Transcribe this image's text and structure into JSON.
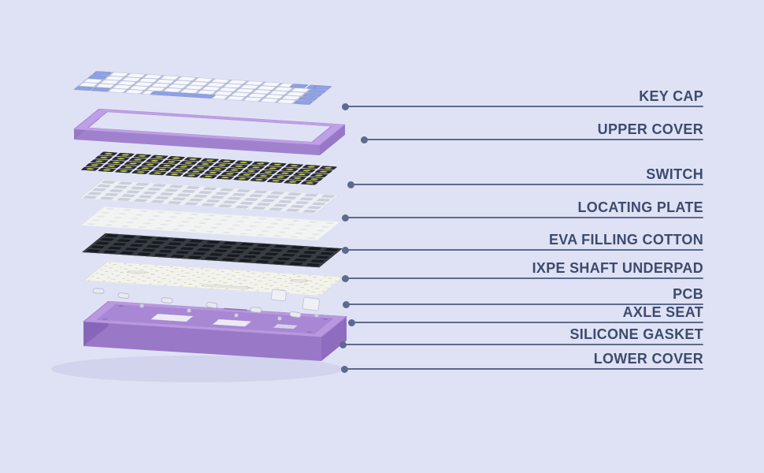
{
  "page": {
    "background": "#dfe2f4",
    "description": "Exploded view diagram of a mechanical keyboard with part labels"
  },
  "colors": {
    "label_text": "#3d4b6e",
    "leader_line": "#5d6a8e",
    "cover_purple": "#bf9fe6",
    "lower_cover_purple": "#b998e0",
    "switch_green": "#bac832",
    "keycap_accent": "#8fa0e3"
  },
  "labels": [
    {
      "text": "KEY CAP"
    },
    {
      "text": "UPPER COVER"
    },
    {
      "text": "SWITCH"
    },
    {
      "text": "LOCATING PLATE"
    },
    {
      "text": "EVA FILLING COTTON"
    },
    {
      "text": "IXPE SHAFT UNDERPAD"
    },
    {
      "text": "PCB"
    },
    {
      "text": "AXLE SEAT"
    },
    {
      "text": "SILICONE GASKET"
    },
    {
      "text": "LOWER COVER"
    }
  ]
}
